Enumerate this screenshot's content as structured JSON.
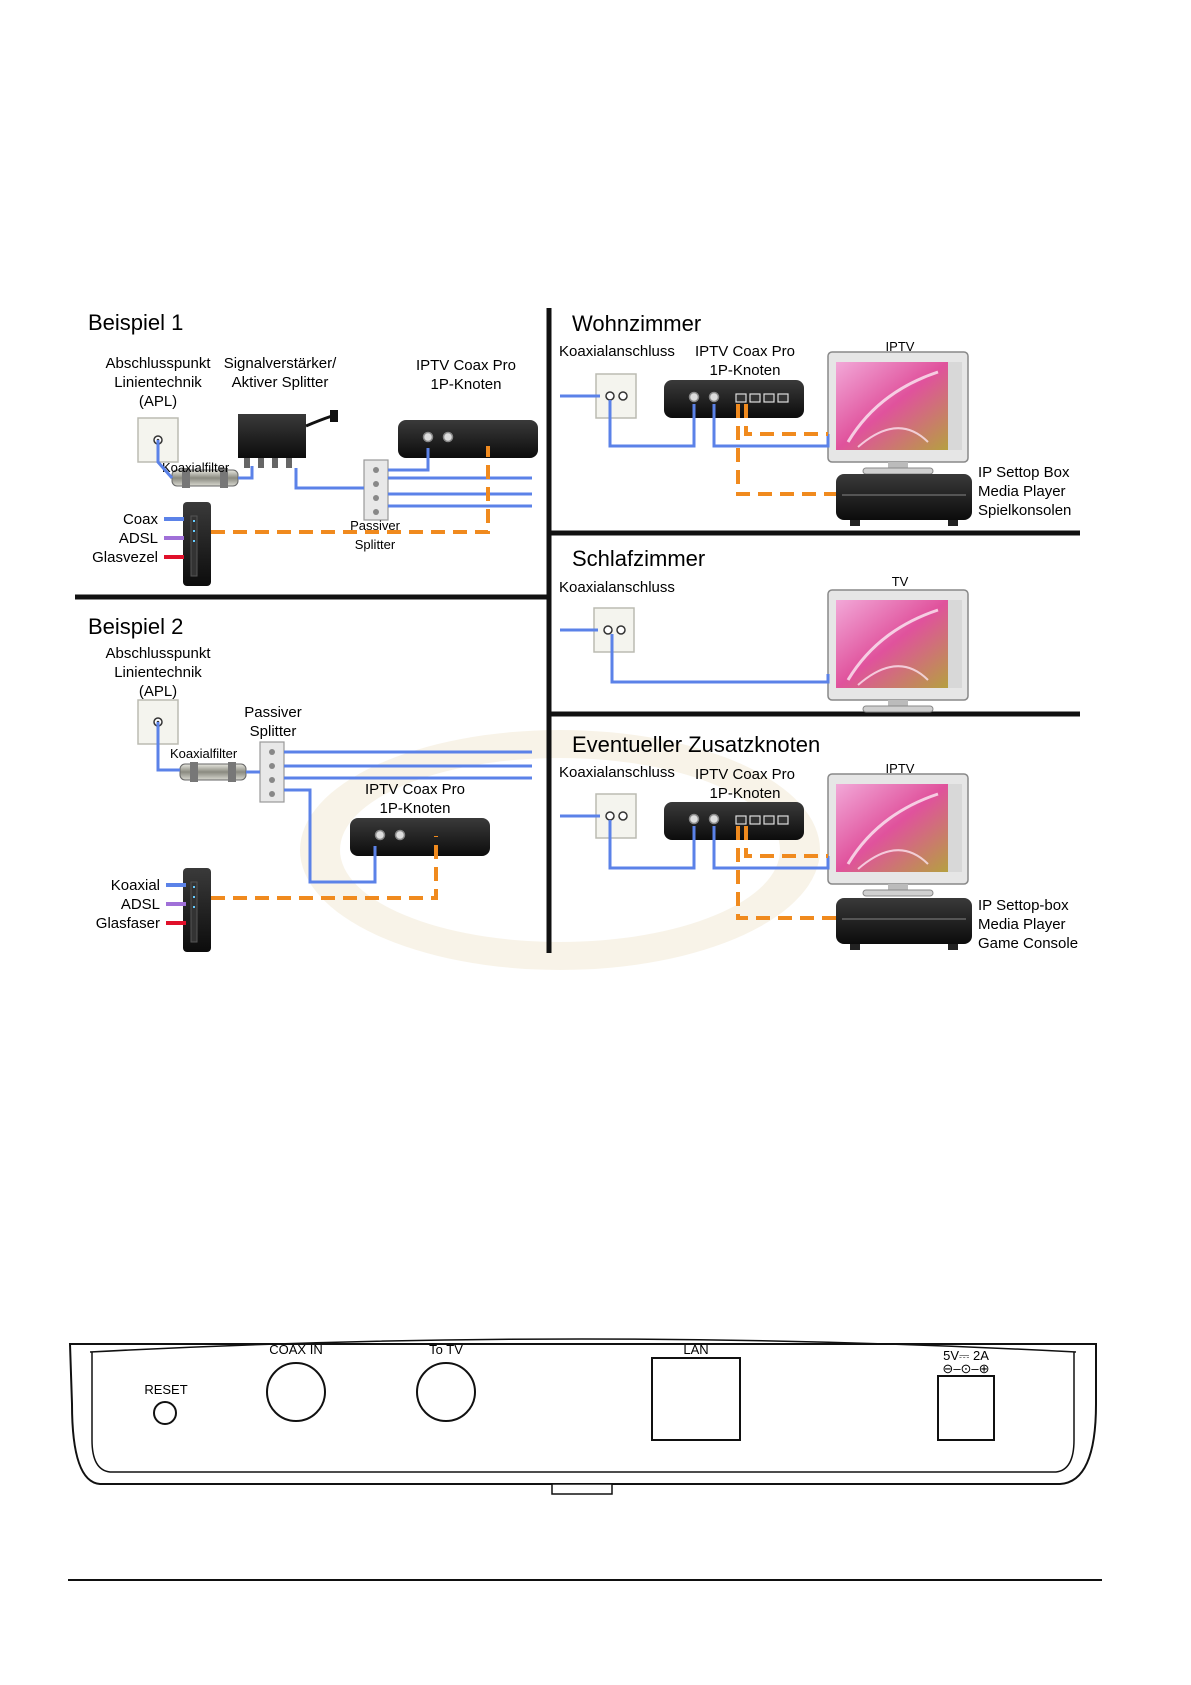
{
  "colors": {
    "coax": "#5b82e8",
    "adsl": "#a070d8",
    "fiber": "#e0102a",
    "ethernet": "#f08a1e",
    "divider": "#111111"
  },
  "example1": {
    "title": "Beispiel 1",
    "apl": [
      "Abschlusspunkt",
      "Linientechnik",
      "(APL)"
    ],
    "amplifier": [
      "Signalverstärker/",
      "Aktiver Splitter"
    ],
    "node": [
      "IPTV Coax Pro",
      "1P-Knoten"
    ],
    "filter": "Koaxialfilter",
    "splitter": [
      "Passiver",
      "Splitter"
    ],
    "legend": [
      "Coax",
      "ADSL",
      "Glasvezel"
    ]
  },
  "example2": {
    "title": "Beispiel 2",
    "apl": [
      "Abschlusspunkt",
      "Linientechnik",
      "(APL)"
    ],
    "splitter": [
      "Passiver",
      "Splitter"
    ],
    "filter": "Koaxialfilter",
    "node": [
      "IPTV Coax Pro",
      "1P-Knoten"
    ],
    "legend": [
      "Koaxial",
      "ADSL",
      "Glasfaser"
    ]
  },
  "living": {
    "title": "Wohnzimmer",
    "socket": "Koaxialanschluss",
    "node": [
      "IPTV Coax Pro",
      "1P-Knoten"
    ],
    "tv": "IPTV",
    "stb": [
      "IP Settop Box",
      "Media Player",
      "Spielkonsolen"
    ]
  },
  "bedroom": {
    "title": "Schlafzimmer",
    "socket": "Koaxialanschluss",
    "tv": "TV"
  },
  "extra": {
    "title": "Eventueller Zusatzknoten",
    "socket": "Koaxialanschluss",
    "node": [
      "IPTV Coax Pro",
      "1P-Knoten"
    ],
    "tv": "IPTV",
    "stb": [
      "IP Settop-box",
      "Media Player",
      "Game Console"
    ]
  },
  "panel": {
    "reset": "RESET",
    "coax_in": "COAX IN",
    "to_tv": "To TV",
    "lan": "LAN",
    "power": "5V⎓ 2A",
    "power_polarity": "⊖–⊙–⊕"
  }
}
